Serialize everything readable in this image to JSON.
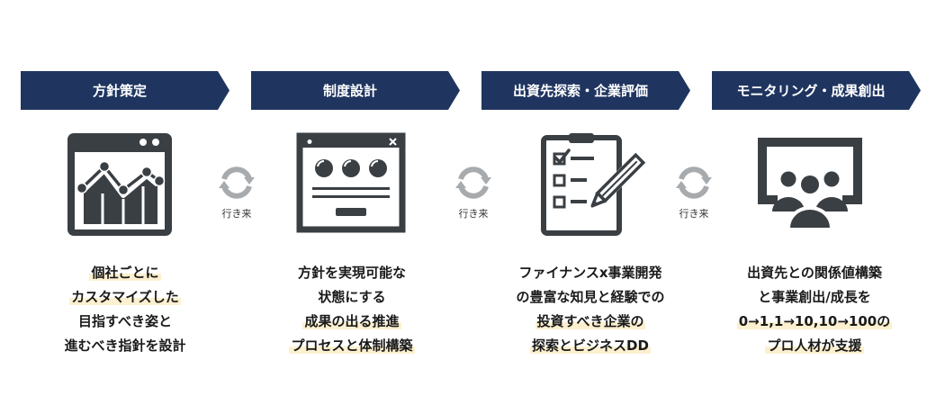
{
  "colors": {
    "chevron": "#1f3560",
    "icon": "#3a3f44",
    "cycle": "#a8abae",
    "highlight": "#fdf0cf"
  },
  "steps": [
    {
      "title": "方針策定",
      "icon": "chart-window-icon",
      "lines": [
        {
          "text": "個社ごとに",
          "hl": true
        },
        {
          "text": "カスタマイズした",
          "hl": true
        },
        {
          "text": "目指すべき姿と",
          "hl": false
        },
        {
          "text": "進むべき指針を設計",
          "hl": false
        }
      ]
    },
    {
      "title": "制度設計",
      "icon": "browser-window-icon",
      "lines": [
        {
          "text": "方針を実現可能な",
          "hl": false
        },
        {
          "text": "状態にする",
          "hl": false
        },
        {
          "text": "成果の出る推進",
          "hl": true
        },
        {
          "text": "プロセスと体制構築",
          "hl": true
        }
      ]
    },
    {
      "title": "出資先探索・企業評価",
      "icon": "clipboard-checklist-icon",
      "lines": [
        {
          "text": "ファイナンスx事業開発",
          "hl": false
        },
        {
          "text": "の豊富な知見と経験での",
          "hl": false
        },
        {
          "text": "投資すべき企業の",
          "hl": true
        },
        {
          "text": "探索とビジネスDD",
          "hl": true
        }
      ]
    },
    {
      "title": "モニタリング・成果創出",
      "icon": "presentation-people-icon",
      "lines": [
        {
          "text": "出資先との関係値構築",
          "hl": false
        },
        {
          "text": "と事業創出/成長を",
          "hl": false
        },
        {
          "text": "0→1,1→10,10→100の",
          "hl": true
        },
        {
          "text": "プロ人材が支援",
          "hl": true
        }
      ]
    }
  ],
  "cycles": [
    {
      "label": "行き来"
    },
    {
      "label": "行き来"
    },
    {
      "label": "行き来"
    }
  ]
}
